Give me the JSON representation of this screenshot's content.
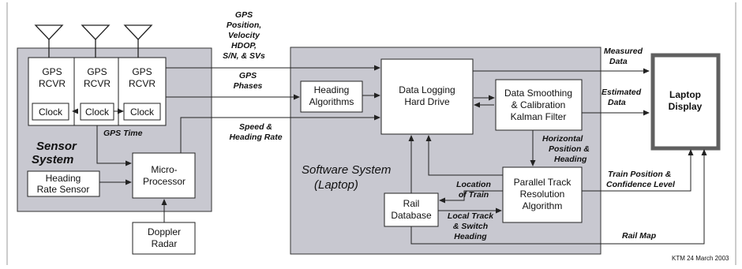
{
  "boxes": {
    "gps1": [
      "GPS",
      "RCVR"
    ],
    "gps2": [
      "GPS",
      "RCVR"
    ],
    "gps3": [
      "GPS",
      "RCVR"
    ],
    "clock": "Clock",
    "heading_rate_sensor": [
      "Heading",
      "Rate Sensor"
    ],
    "micro_processor": [
      "Micro-",
      "Processor"
    ],
    "doppler_radar": [
      "Doppler",
      "Radar"
    ],
    "heading_algorithms": [
      "Heading",
      "Algorithms"
    ],
    "data_logging": [
      "Data Logging",
      "Hard Drive"
    ],
    "data_smoothing": [
      "Data Smoothing",
      "& Calibration",
      "Kalman Filter"
    ],
    "parallel_track": [
      "Parallel Track",
      "Resolution",
      "Algorithm"
    ],
    "rail_database": [
      "Rail",
      "Database"
    ],
    "laptop_display": [
      "Laptop",
      "Display"
    ]
  },
  "systems": {
    "sensor": [
      "Sensor",
      "System"
    ],
    "software": [
      "Software System",
      "(Laptop)"
    ]
  },
  "labels": {
    "gps_pos": [
      "GPS",
      "Position,",
      "Velocity",
      "HDOP,",
      "S/N, & SVs"
    ],
    "gps_phases": [
      "GPS",
      "Phases"
    ],
    "speed_heading": [
      "Speed  &",
      "Heading Rate"
    ],
    "gps_time": "GPS Time",
    "measured": [
      "Measured",
      "Data"
    ],
    "estimated": [
      "Estimated",
      "Data"
    ],
    "horizontal": [
      "Horizontal",
      "Position &",
      "Heading"
    ],
    "location": [
      "Location",
      "of Train"
    ],
    "local_track": [
      "Local Track",
      "& Switch",
      "Heading"
    ],
    "train_position": [
      "Train Position &",
      "Confidence Level"
    ],
    "rail_map": "Rail Map",
    "credit": "KTM 24 March 2003"
  },
  "colors": {
    "panel": "#c8c8d0",
    "box": "#ffffff",
    "line": "#222222",
    "display_border": "#606060"
  }
}
